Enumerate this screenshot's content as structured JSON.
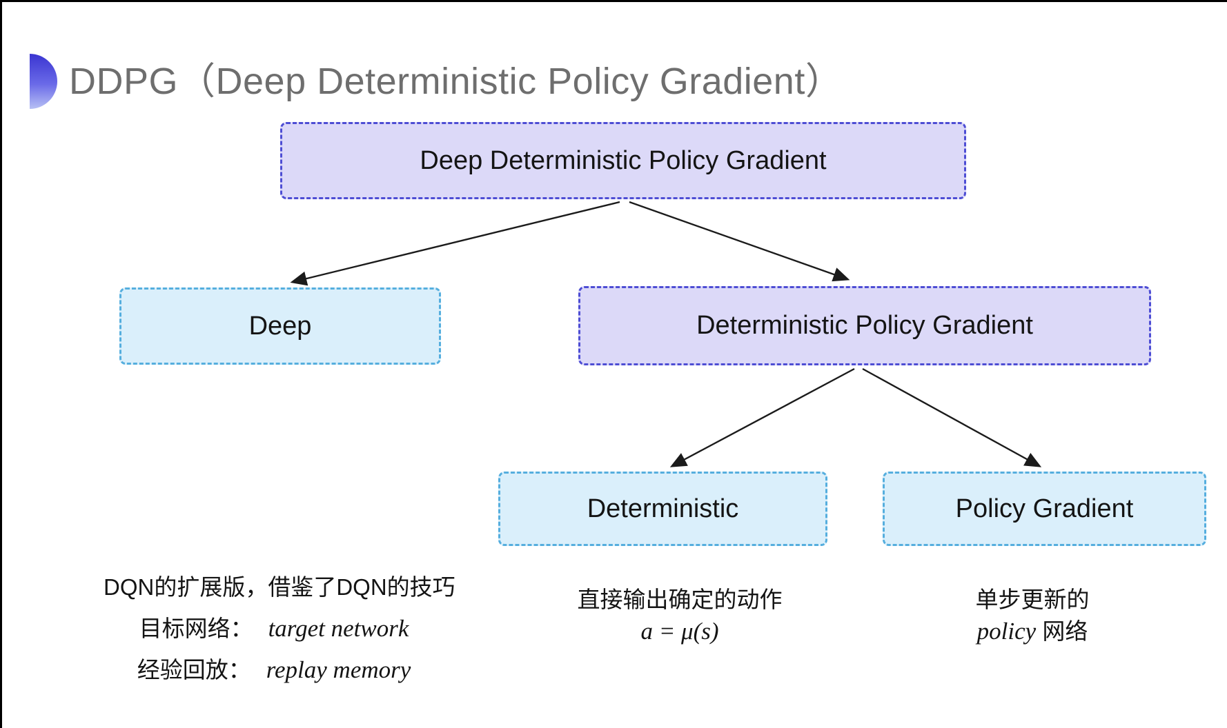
{
  "theme": {
    "purple_fill": "#dcd9f8",
    "purple_border": "#4d4dd4",
    "cyan_fill": "#daeffb",
    "cyan_border": "#55aede",
    "arrow": "#1b1b1b",
    "title_gray": "#6e6e6e",
    "accent_gradient_top": "#3a35d1",
    "accent_gradient_bottom": "#b7c0f4"
  },
  "header": {
    "title": "DDPG（Deep Deterministic Policy Gradient）",
    "accent_icon": "half-disc"
  },
  "diagram": {
    "type": "tree",
    "nodes": [
      {
        "id": "ddpg",
        "label": "Deep Deterministic Policy Gradient",
        "variant": "purple"
      },
      {
        "id": "deep",
        "label": "Deep",
        "variant": "cyan"
      },
      {
        "id": "dpg",
        "label": "Deterministic Policy Gradient",
        "variant": "purple"
      },
      {
        "id": "det",
        "label": "Deterministic",
        "variant": "cyan"
      },
      {
        "id": "pg",
        "label": "Policy Gradient",
        "variant": "cyan"
      }
    ],
    "edges": [
      {
        "from": "ddpg",
        "to": "deep"
      },
      {
        "from": "ddpg",
        "to": "dpg"
      },
      {
        "from": "dpg",
        "to": "det"
      },
      {
        "from": "dpg",
        "to": "pg"
      }
    ]
  },
  "annotations": {
    "deep": {
      "lines": [
        {
          "text": "DQN的扩展版，借鉴了DQN的技巧"
        },
        {
          "prefix": "目标网络：",
          "italic": "target network"
        },
        {
          "prefix": "经验回放：",
          "italic": "replay memory"
        }
      ]
    },
    "deterministic": {
      "lines": [
        {
          "text": "直接输出确定的动作"
        },
        {
          "math": "a = μ(s)"
        }
      ]
    },
    "policy_gradient": {
      "lines": [
        {
          "text": "单步更新的"
        },
        {
          "italic": "policy",
          "suffix": " 网络"
        }
      ]
    }
  }
}
